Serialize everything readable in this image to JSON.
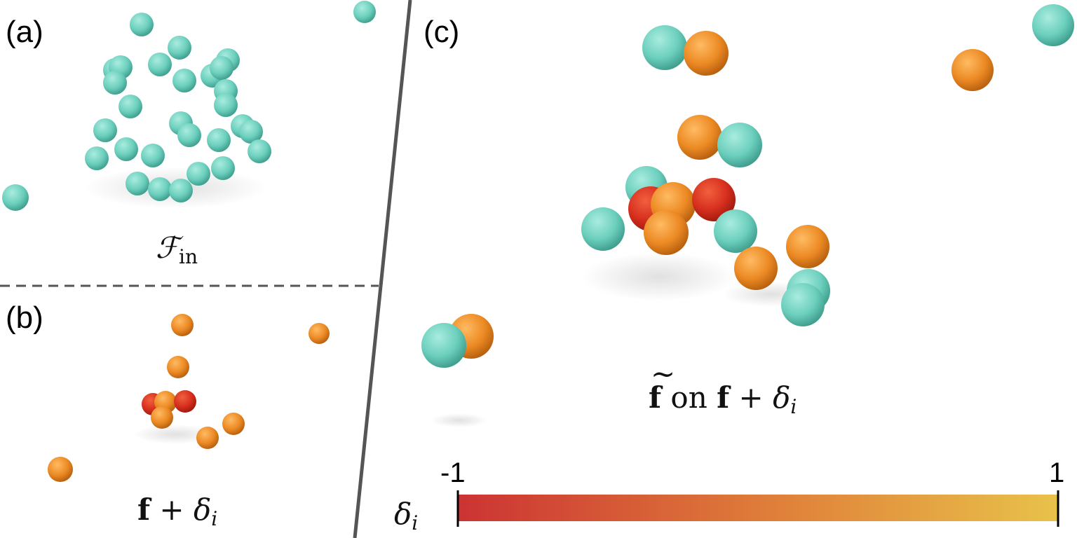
{
  "panels": {
    "a": {
      "label": "(a)",
      "caption_main": "ℱ",
      "caption_sub": "in"
    },
    "b": {
      "label": "(b)",
      "caption_f": "f",
      "caption_plus": " + ",
      "caption_delta": "δ",
      "caption_sub": "i"
    },
    "c": {
      "label": "(c)",
      "caption_ftilde": "f",
      "caption_tilde": "~",
      "caption_on": " on ",
      "caption_f": "f",
      "caption_plus": " + ",
      "caption_delta": "δ",
      "caption_sub": "i"
    }
  },
  "colorbar": {
    "symbol": "δ",
    "symbol_sub": "i",
    "min_label": "-1",
    "max_label": "1",
    "color_min": "#cc3333",
    "color_max": "#e8c24a"
  },
  "colors": {
    "teal": "#6ccfbd",
    "orange": "#ec8a24",
    "red": "#d62f1e",
    "divider": "#555555"
  }
}
